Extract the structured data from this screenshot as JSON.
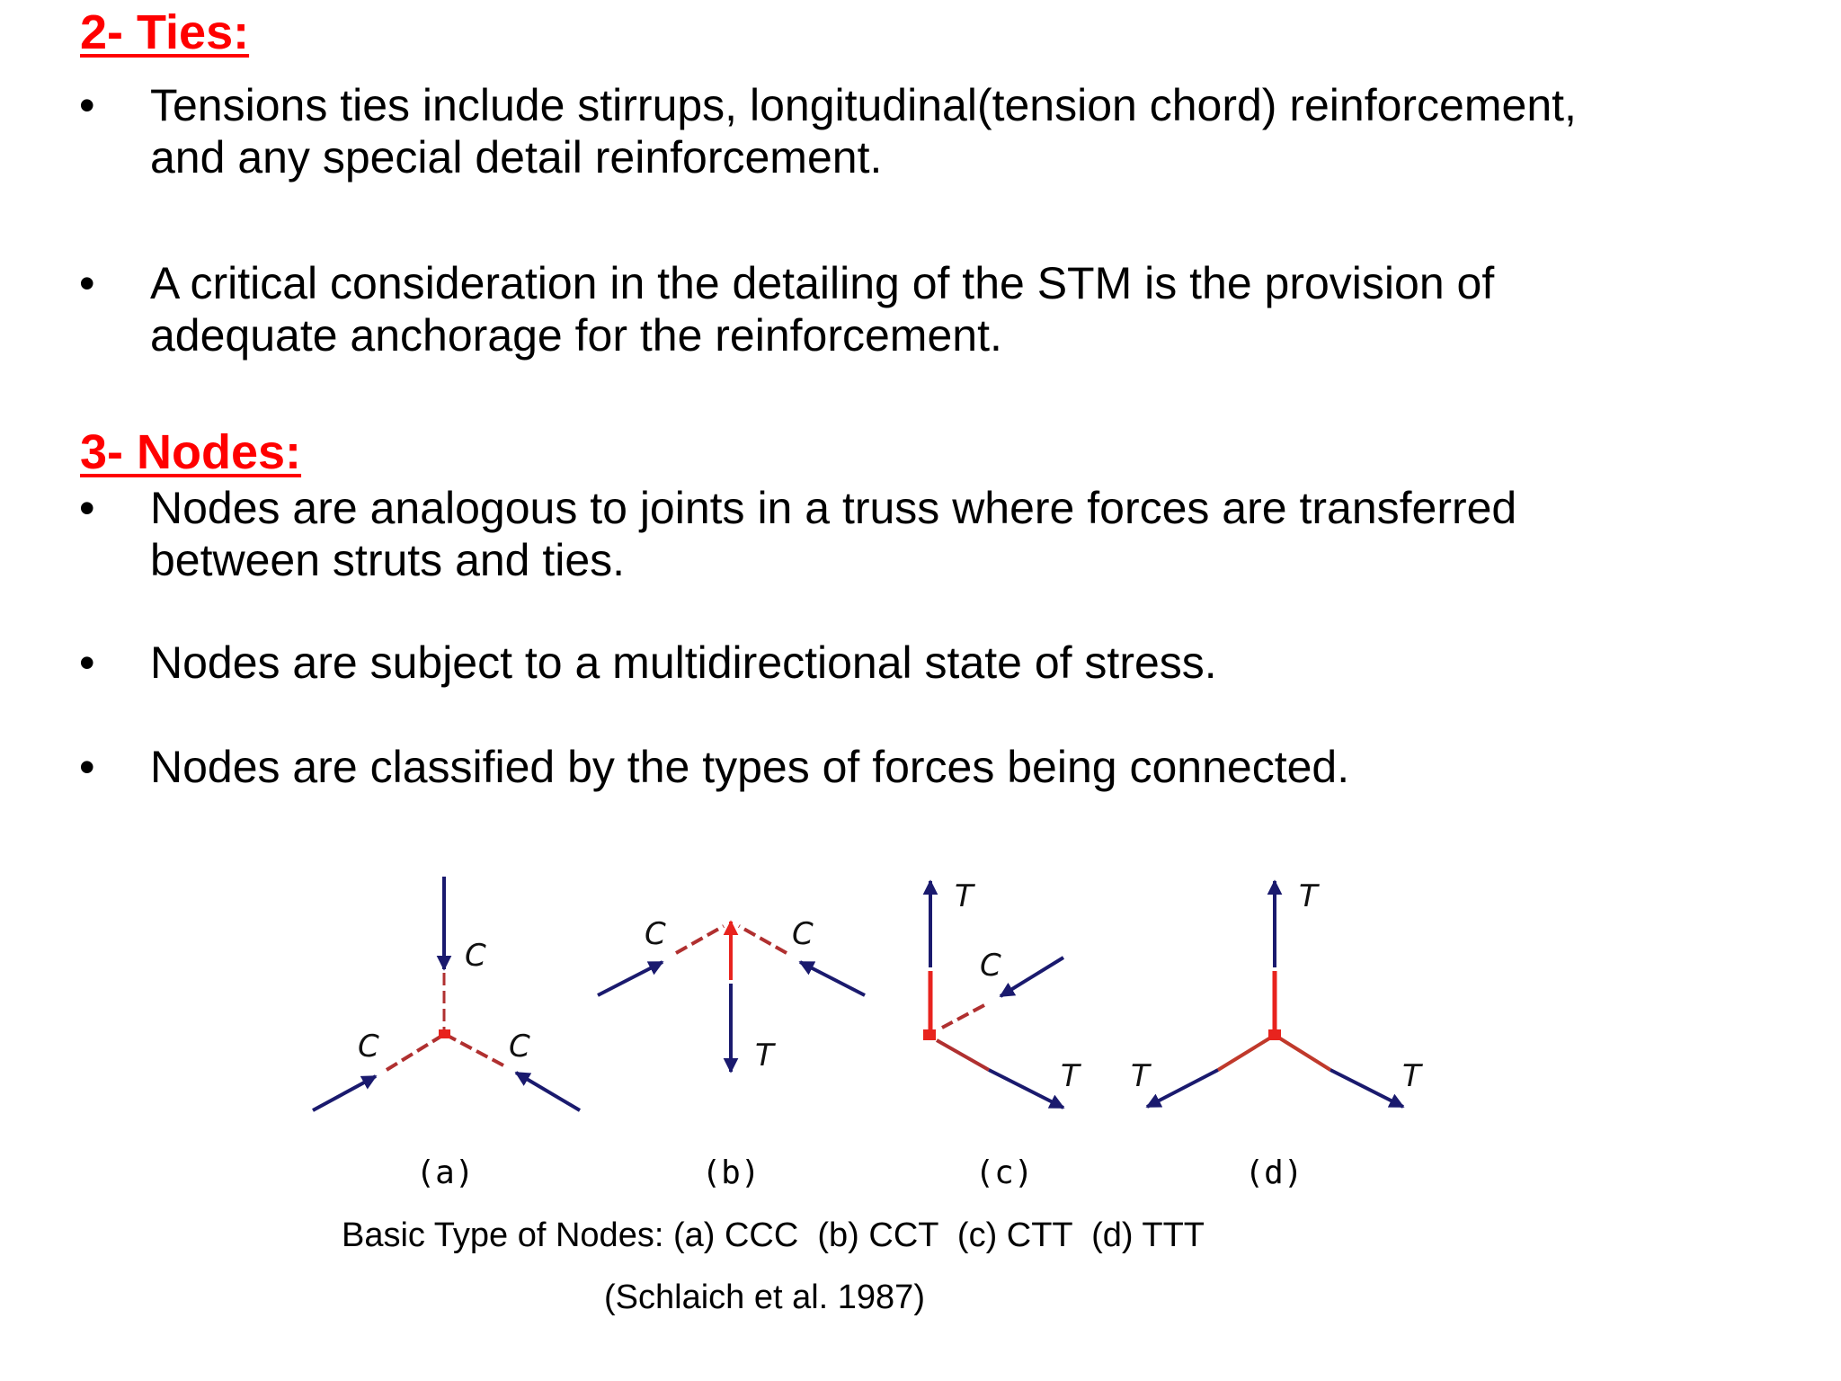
{
  "sections": [
    {
      "heading": "2- Ties:",
      "bullets": [
        {
          "marker": "•",
          "text": "Tensions ties include stirrups, longitudinal(tension chord) reinforcement,\nand any special detail reinforcement."
        },
        {
          "marker": "•",
          "text": "A critical consideration in the detailing of the STM is the provision of\nadequate anchorage for the reinforcement."
        }
      ]
    },
    {
      "heading": "3- Nodes:",
      "bullets": [
        {
          "marker": "•",
          "text": "Nodes are analogous to joints in a truss where forces are transferred\nbetween struts and ties."
        },
        {
          "marker": "•",
          "text": "Nodes are subject to a multidirectional state of stress."
        },
        {
          "marker": "•",
          "text": "Nodes are classified by the types of forces being connected."
        }
      ]
    }
  ],
  "figure": {
    "panels": [
      {
        "label": "(a)",
        "type": "CCC",
        "forces": [
          "C",
          "C",
          "C"
        ]
      },
      {
        "label": "(b)",
        "type": "CCT",
        "forces": [
          "C",
          "C",
          "T"
        ]
      },
      {
        "label": "(c)",
        "type": "CTT",
        "forces": [
          "T",
          "C",
          "T"
        ]
      },
      {
        "label": "(d)",
        "type": "TTT",
        "forces": [
          "T",
          "T",
          "T"
        ]
      }
    ],
    "caption": "Basic Type of Nodes: (a) CCC  (b) CCT  (c) CTT  (d) TTT",
    "citation": "(Schlaich et al. 1987)",
    "colors": {
      "member": "#1a1a6e",
      "node_zone": "#e8231e",
      "heading": "#ff0000"
    }
  }
}
